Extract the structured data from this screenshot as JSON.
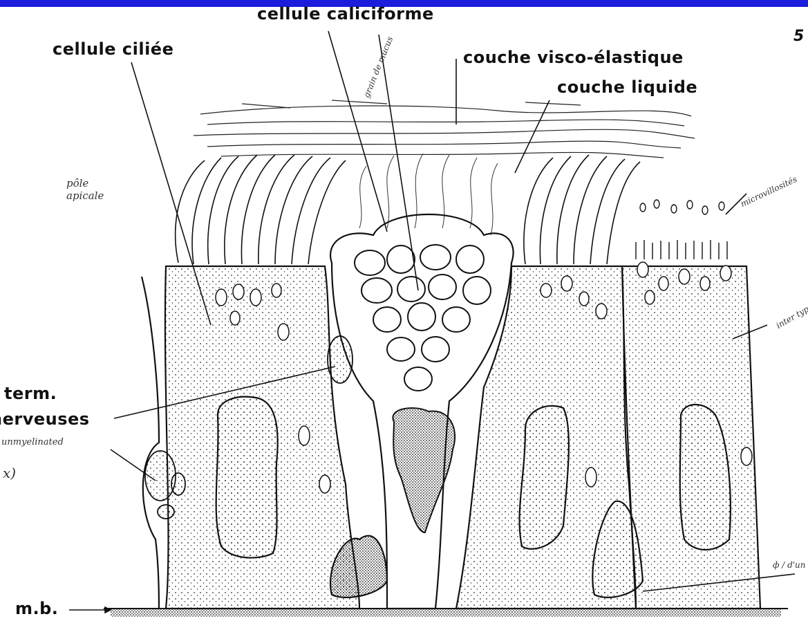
{
  "slide": {
    "page_number": "5",
    "labels": {
      "caliciform_cell": "cellule caliciforme",
      "ciliated_cell": "cellule ciliée",
      "visco_elastic_layer": "couche visco-élastique",
      "liquid_layer": "couche liquide",
      "nerve_endings_line1": "term.",
      "nerve_endings_line2": "nerveuses",
      "basement_membrane": "m.b."
    },
    "handwritten_notes": {
      "apical_pole": "pôle apicale",
      "mucus_grains": "grain de mucus",
      "microvilli": "microvillosités",
      "intermediate_type": "inter type",
      "nerve_note": "unmyelinated",
      "nerve_note_end": "x)",
      "right_bottom": "ф / d'un"
    }
  },
  "colors": {
    "top_bar": "#1c1cdc",
    "ink": "#111111",
    "background": "#ffffff"
  }
}
